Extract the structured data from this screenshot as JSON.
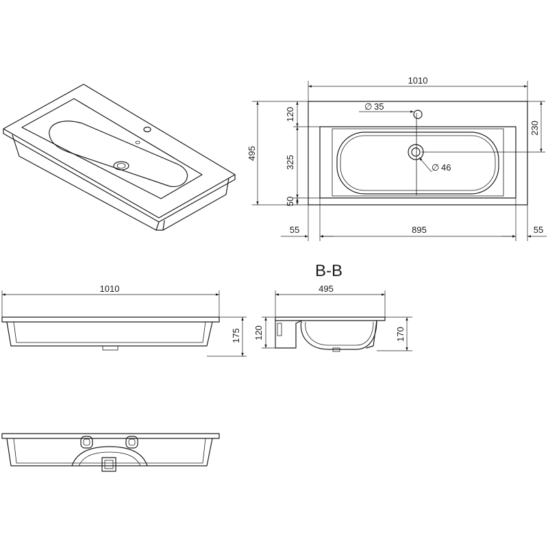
{
  "colors": {
    "line": "#1a1a1a",
    "background": "#ffffff"
  },
  "top_view": {
    "width_total": "1010",
    "depth_total": "495",
    "back_rim": "120",
    "bowl_depth": "325",
    "front_rim": "50",
    "side_offset": "230",
    "left_margin": "55",
    "bowl_width": "895",
    "right_margin": "55",
    "tap_hole": "35",
    "drain_hole": "46",
    "diameter_symbol": "∅"
  },
  "front_view": {
    "width": "1010",
    "height": "175"
  },
  "section_view": {
    "title": "B-B",
    "depth": "495",
    "rim": "120",
    "height": "170"
  }
}
